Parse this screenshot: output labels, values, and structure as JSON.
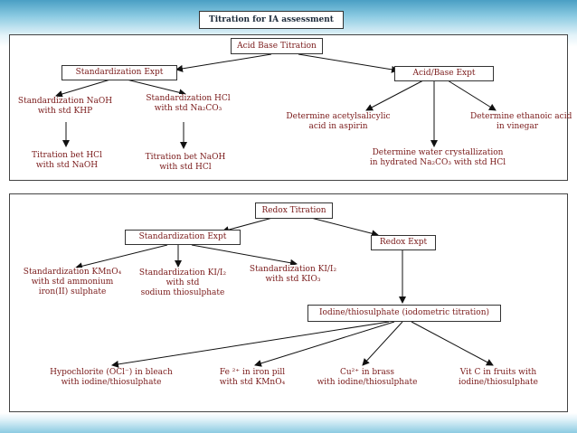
{
  "title": "Titration for IA assessment",
  "acid_base": {
    "root": "Acid Base Titration",
    "std_expt": "Standardization Expt",
    "ab_expt": "Acid/Base  Expt",
    "std_naoh": [
      "Standardization NaOH",
      "with std KHP"
    ],
    "std_hcl": [
      "Standardization HCl",
      "with std Na₂CO₃"
    ],
    "tit_hcl": [
      "Titration bet HCl",
      "with std NaOH"
    ],
    "tit_naoh": [
      "Titration bet NaOH",
      "with std HCl"
    ],
    "aspirin": [
      "Determine acetylsalicylic",
      "acid in aspirin"
    ],
    "water": [
      "Determine water crystallization",
      "in hydrated Na₂CO₃ with std HCl"
    ],
    "vinegar": [
      "Determine ethanoic acid",
      "in vinegar"
    ]
  },
  "redox": {
    "root": "Redox Titration",
    "std_expt": "Standardization Expt",
    "redox_expt": "Redox Expt",
    "std_kmno4": [
      "Standardization KMnO₄",
      "with std ammonium",
      "iron(II) sulphate"
    ],
    "std_ki_thio": [
      "Standardization KI/I₂",
      "with std",
      "sodium thiosulphate"
    ],
    "std_ki_kio3": [
      "Standardization KI/I₂",
      "with std KIO₃"
    ],
    "iodometric": "Iodine/thiosulphate (iodometric titration)",
    "bleach": [
      "Hypochlorite (OCl⁻) in bleach",
      "with iodine/thiosulphate"
    ],
    "iron_pill": [
      "Fe ²⁺ in iron pill",
      "with std KMnO₄"
    ],
    "brass": [
      "Cu²⁺ in brass",
      "with iodine/thiosulphate"
    ],
    "vitc": [
      "Vit C in fruits with",
      "iodine/thiosulphate"
    ]
  },
  "colors": {
    "text": "#7a1a1a",
    "title_text": "#1c2a3a",
    "accent": "#4a9fc4"
  }
}
